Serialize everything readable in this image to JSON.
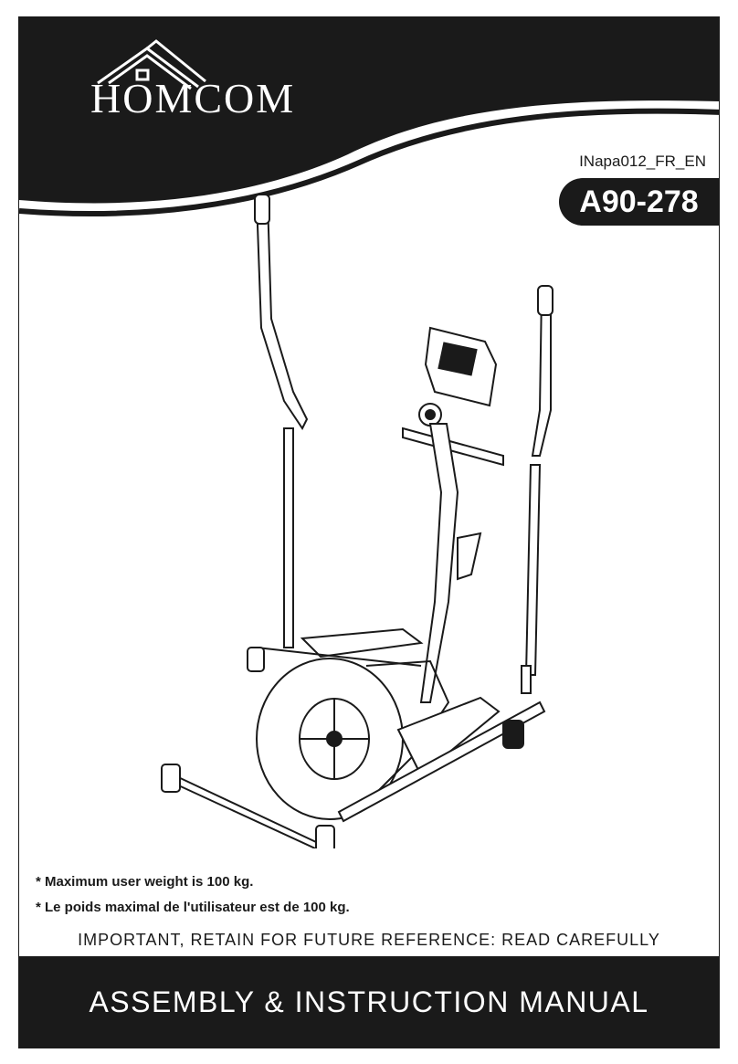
{
  "brand": {
    "logo_text": "HOMCOM"
  },
  "document": {
    "code": "INapa012_FR_EN",
    "model": "A90-278"
  },
  "notes": [
    "* Maximum user weight is 100 kg.",
    "* Le poids maximal de l'utilisateur est de 100 kg."
  ],
  "important_notice": "IMPORTANT, RETAIN FOR FUTURE REFERENCE: READ CAREFULLY",
  "footer_title": "ASSEMBLY & INSTRUCTION MANUAL",
  "colors": {
    "dark": "#1a1a1a",
    "light": "#ffffff"
  },
  "illustration": {
    "subject": "elliptical-cross-trainer"
  }
}
